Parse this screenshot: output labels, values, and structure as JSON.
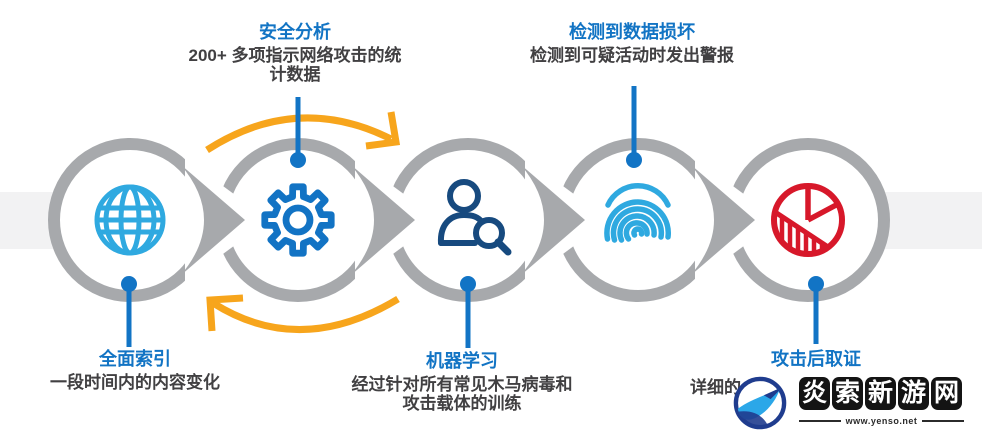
{
  "diagram": {
    "steps": [
      {
        "title": "全面索引",
        "desc": "一段时间内的内容变化",
        "icon": "globe-icon",
        "label_position": "below"
      },
      {
        "title": "安全分析",
        "desc": "200+ 多项指示网络攻击的统计数据",
        "icon": "gear-icon",
        "label_position": "above"
      },
      {
        "title": "机器学习",
        "desc": "经过针对所有常见木马病毒和攻击载体的训练",
        "icon": "person-search-icon",
        "label_position": "below"
      },
      {
        "title": "检测到数据损坏",
        "desc": "检测到可疑活动时发出警报",
        "icon": "fingerprint-icon",
        "label_position": "above"
      },
      {
        "title": "攻击后取证",
        "desc": "详细的",
        "icon": "pie-chart-icon",
        "label_position": "below"
      }
    ],
    "colors": {
      "ring_gray": "#A7A9AC",
      "band_gray": "#F2F2F3",
      "accent_blue": "#1274C4",
      "light_blue": "#2FA9E0",
      "navy": "#174A7F",
      "red": "#D7182A",
      "orange": "#F7A51C",
      "text_dark": "#414042"
    }
  },
  "watermark": {
    "site_name": "炎索新游网",
    "site_name_chars": [
      "炎",
      "索",
      "新",
      "游",
      "网"
    ],
    "site_url": "www.yenso.net"
  }
}
